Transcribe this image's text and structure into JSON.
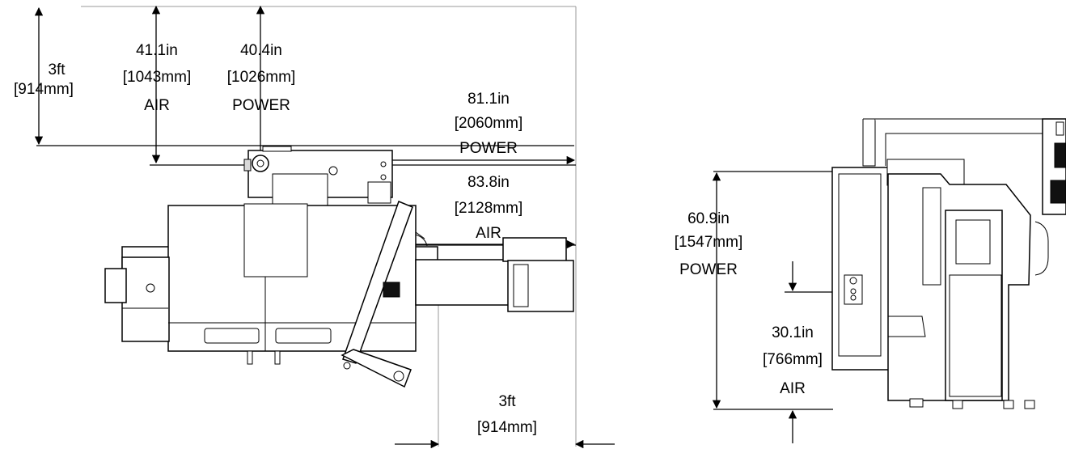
{
  "dimensions": {
    "clearance_left": {
      "value": "3ft",
      "metric": "[914mm]"
    },
    "air_top": {
      "value": "41.1in",
      "metric": "[1043mm]",
      "label": "AIR"
    },
    "power_top": {
      "value": "40.4in",
      "metric": "[1026mm]",
      "label": "POWER"
    },
    "power_right": {
      "value": "81.1in",
      "metric": "[2060mm]",
      "label": "POWER"
    },
    "air_right": {
      "value": "83.8in",
      "metric": "[2128mm]",
      "label": "AIR"
    },
    "clearance_bottom": {
      "value": "3ft",
      "metric": "[914mm]"
    },
    "power_height": {
      "value": "60.9in",
      "metric": "[1547mm]",
      "label": "POWER"
    },
    "air_height": {
      "value": "30.1in",
      "metric": "[766mm]",
      "label": "AIR"
    }
  }
}
